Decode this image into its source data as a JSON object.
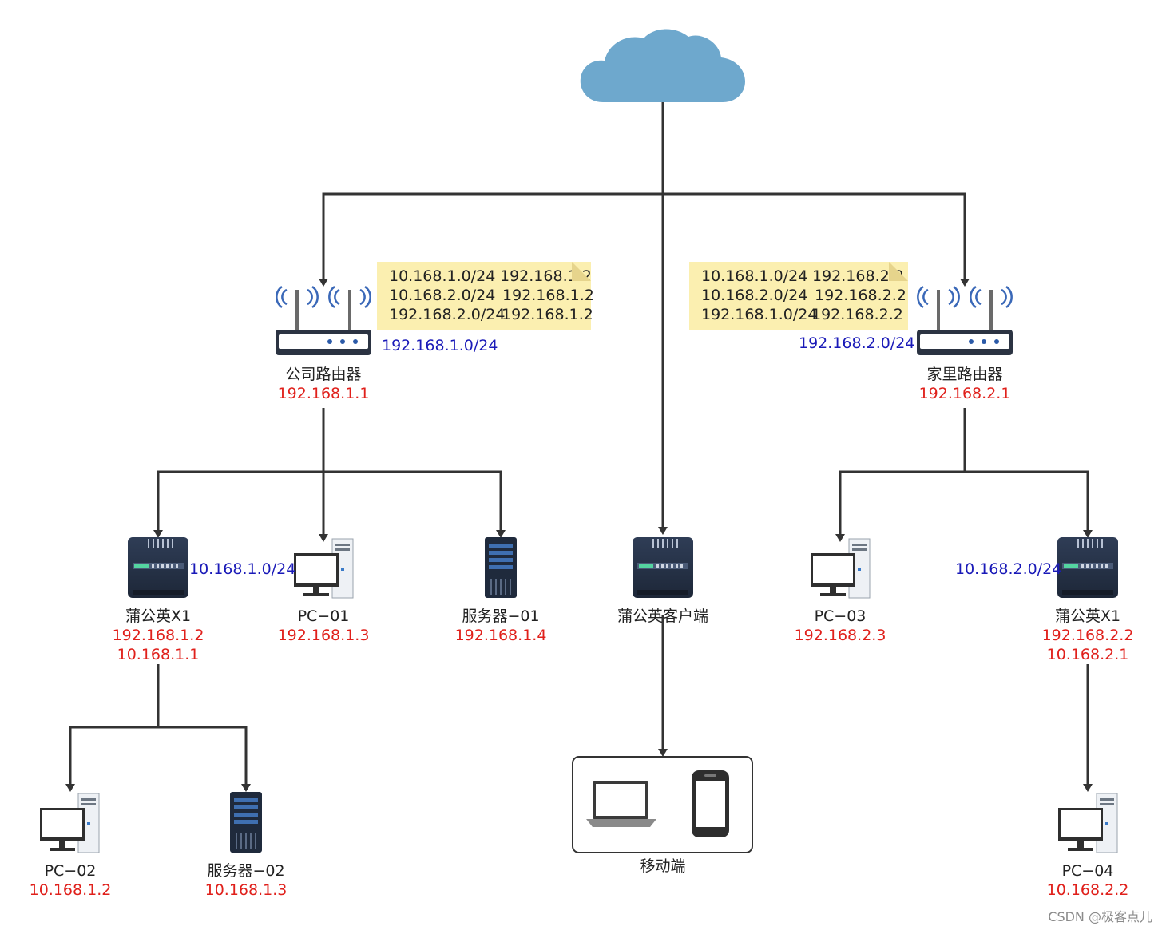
{
  "colors": {
    "line": "#333333",
    "red": "#e0201b",
    "blue": "#1a1ab8",
    "note_bg": "#fbefb0",
    "cloud": "#6ea8cd"
  },
  "company_router": {
    "name": "公司路由器",
    "ip": "192.168.1.1",
    "subnet": "192.168.1.0/24",
    "icon": "router-icon",
    "routes": [
      {
        "dest": "10.168.1.0/24",
        "gw": "192.168.1.2"
      },
      {
        "dest": "10.168.2.0/24",
        "gw": "192.168.1.2"
      },
      {
        "dest": "192.168.2.0/24",
        "gw": "192.168.1.2"
      }
    ]
  },
  "home_router": {
    "name": "家里路由器",
    "ip": "192.168.2.1",
    "subnet": "192.168.2.0/24",
    "icon": "router-icon",
    "routes": [
      {
        "dest": "10.168.1.0/24",
        "gw": "192.168.2.2"
      },
      {
        "dest": "10.168.2.0/24",
        "gw": "192.168.2.2"
      },
      {
        "dest": "192.168.1.0/24",
        "gw": "192.168.2.2"
      }
    ]
  },
  "pgy_left": {
    "name": "蒲公英X1",
    "ip1": "192.168.1.2",
    "ip2": "10.168.1.1",
    "subnet": "10.168.1.0/24"
  },
  "pgy_right": {
    "name": "蒲公英X1",
    "ip1": "192.168.2.2",
    "ip2": "10.168.2.1",
    "subnet": "10.168.2.0/24"
  },
  "pgy_client": {
    "name": "蒲公英客户端"
  },
  "pc01": {
    "name": "PC−01",
    "ip": "192.168.1.3"
  },
  "server01": {
    "name": "服务器−01",
    "ip": "192.168.1.4"
  },
  "pc03": {
    "name": "PC−03",
    "ip": "192.168.2.3"
  },
  "pc02": {
    "name": "PC−02",
    "ip": "10.168.1.2"
  },
  "server02": {
    "name": "服务器−02",
    "ip": "10.168.1.3"
  },
  "pc04": {
    "name": "PC−04",
    "ip": "10.168.2.2"
  },
  "mobile": {
    "name": "移动端"
  },
  "watermark": "CSDN @极客点儿"
}
